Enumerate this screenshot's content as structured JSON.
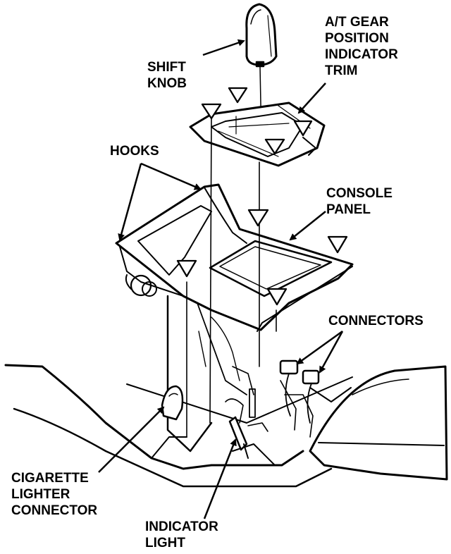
{
  "labels": {
    "shift_knob": [
      "SHIFT",
      "KNOB"
    ],
    "gear_trim": [
      "A/T GEAR",
      "POSITION",
      "INDICATOR",
      "TRIM"
    ],
    "hooks": [
      "HOOKS"
    ],
    "console_panel": [
      "CONSOLE",
      "PANEL"
    ],
    "connectors": [
      "CONNECTORS"
    ],
    "cigarette_lighter": [
      "CIGARETTE",
      "LIGHTER",
      "CONNECTOR"
    ],
    "indicator_light": [
      "INDICATOR",
      "LIGHT"
    ]
  }
}
